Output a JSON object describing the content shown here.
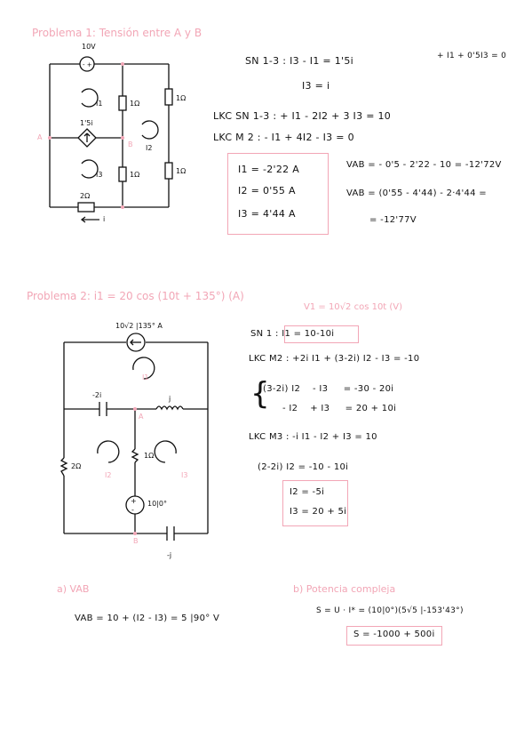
{
  "p1": {
    "title": "Problema 1: Tensión entre A y B",
    "src_top": "10V",
    "r_left": "1Ω",
    "r_right": "1Ω",
    "dep": "1'5i",
    "r_lb": "1Ω",
    "r_rb": "1Ω",
    "r_bot": "2Ω",
    "cur_i": "i",
    "node_a": "A",
    "node_b": "B",
    "mesh1": "I1",
    "mesh2": "I2",
    "mesh3": "I3",
    "eq1": "SN 1-3 : I3 - I1 = 1'5i",
    "eq1b": "+ I1 + 0'5I3 = 0",
    "eq2": "I3 = i",
    "eq3": "LKC SN 1-3 : + I1 - 2I2 + 3 I3 = 10",
    "eq4": "LKC M 2 : - I1 + 4I2 - I3 = 0",
    "res1": "I1 = -2'22 A",
    "res2": "I2 = 0'55 A",
    "res3": "I3 = 4'44 A",
    "vab1": "VAB = - 0'5 - 2'22 - 10 = -12'72V",
    "vab2": "VAB = (0'55 - 4'44) - 2·4'44 =",
    "vab3": "= -12'77V"
  },
  "p2": {
    "title": "Problema 2: i1 = 20 cos (10t + 135°) (A)",
    "title2": "V1 = 10√2 cos 10t (V)",
    "src_top": "10√2 |135° A",
    "cap_top": "-2i",
    "ind": "j",
    "res_mid": "1Ω",
    "res_left": "2Ω",
    "vsrc": "10|0°",
    "cap_bot": "-j",
    "node_a": "A",
    "node_b": "B",
    "mesh1": "I1",
    "mesh2": "I2",
    "mesh3": "I3",
    "eq1": "SN 1 : I1 = 10-10i",
    "eq2": "LKC M2 : +2i I1 + (3-2i) I2 - I3 = -10",
    "sys1": "(3-2i) I2    - I3     = -30 - 20i",
    "sys2": "- I2    + I3     = 20 + 10i",
    "eq3": "LKC M3 : -i I1 - I2 + I3 = 10",
    "eq4": "(2-2i) I2 = -10 - 10i",
    "res1": "I2 = -5i",
    "res2": "I3 = 20 + 5i",
    "a_title": "a) VAB",
    "a_eq": "VAB = 10 + (I2 - I3) = 5 |90° V",
    "b_title": "b) Potencia compleja",
    "b_eq": "S = U · I* = (10|0°)(5√5 |-153'43°)",
    "b_res": "S = -1000 + 500i"
  }
}
